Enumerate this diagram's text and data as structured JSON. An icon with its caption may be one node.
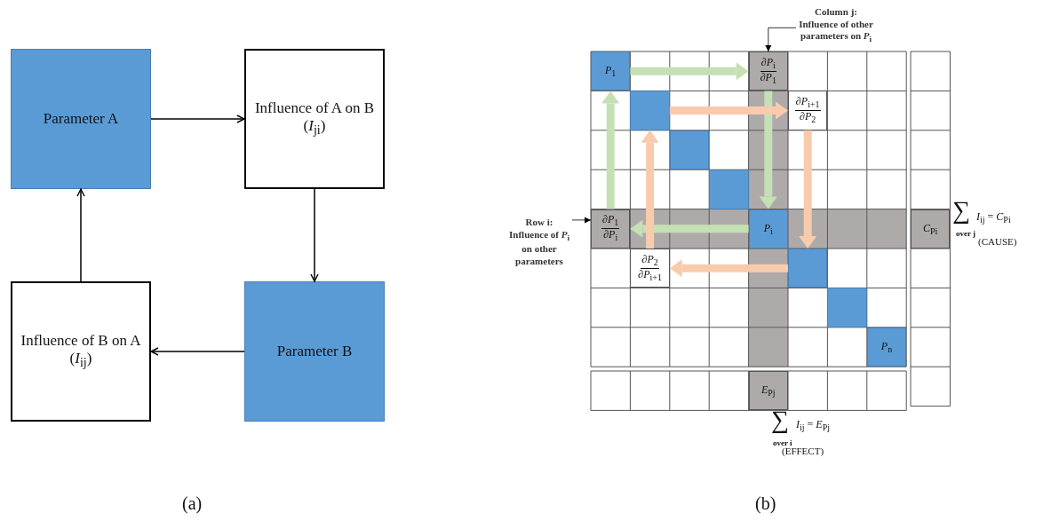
{
  "diagram": {
    "nodes": [
      {
        "text": [
          "Parameter A"
        ]
      },
      {
        "text": [
          "Influence of A on B (*I*$_{ji}$)"
        ]
      },
      {
        "text": [
          "Influence of B on A (*I*$_{ij}$)"
        ]
      },
      {
        "text": [
          "Parameter B"
        ]
      },
      {
        "text": [
          "Column j: Influence of other parameters on *P*$_{i}$"
        ]
      },
      {
        "text": [
          "Row i: Influence of *P*$_{i}$ on other parameters"
        ]
      },
      {
        "text": [
          "*P*$_{1}$"
        ]
      },
      {
        "text": [
          "∂*P*$_{i}$",
          "∂*P*$_{1}$"
        ]
      },
      {
        "text": [],
        "shape": "box"
      },
      {
        "text": [
          "∂*P*$_{i+1}$",
          "∂*P*$_{2}$"
        ]
      },
      {
        "text": [],
        "shape": "box"
      },
      {
        "text": [],
        "shape": "box"
      },
      {
        "text": [
          "∂*P*$_{1}$",
          "∂*P*$_{i}$"
        ]
      },
      {
        "text": [
          "*P*$_{i}$"
        ]
      },
      {
        "text": [
          "*C*$_{Pi}$"
        ]
      },
      {
        "text": [
          "∂*P*$_{2}$",
          "∂*P*$_{i+1}$"
        ]
      },
      {
        "text": [],
        "shape": "box"
      },
      {
        "text": [],
        "shape": "box"
      },
      {
        "text": [
          "*P*$_{n}$"
        ]
      },
      {
        "text": [
          "*E*$_{Pj}$"
        ]
      }
    ],
    "edges": [
      {
        "from": 0,
        "to": 1,
        "arrow": "to"
      },
      {
        "from": 1,
        "to": 3,
        "arrow": "to"
      },
      {
        "from": 3,
        "to": 2,
        "arrow": "to"
      },
      {
        "from": 2,
        "to": 0,
        "arrow": "to"
      },
      {
        "from": 4,
        "to": 7,
        "arrow": "to"
      },
      {
        "from": 5,
        "to": 12,
        "arrow": "to"
      },
      {
        "from": 6,
        "to": 7,
        "arrow": "to",
        "color": "#c5e0b4"
      },
      {
        "from": 7,
        "to": 13,
        "arrow": "to",
        "color": "#c5e0b4"
      },
      {
        "from": 13,
        "to": 12,
        "arrow": "to",
        "color": "#c5e0b4"
      },
      {
        "from": 12,
        "to": 6,
        "arrow": "to",
        "color": "#c5e0b4"
      },
      {
        "from": 8,
        "to": 9,
        "arrow": "to",
        "color": "#f8cbad"
      },
      {
        "from": 9,
        "to": 16,
        "arrow": "to",
        "color": "#f8cbad"
      },
      {
        "from": 16,
        "to": 15,
        "arrow": "to",
        "color": "#f8cbad"
      },
      {
        "from": 15,
        "to": 8,
        "arrow": "to",
        "color": "#f8cbad"
      }
    ],
    "labels": [
      "∑",
      "over j",
      "*I*$_{ij}$ = *C*$_{Pi}$",
      "(CAUSE)",
      "∑",
      "over i",
      "*I*$_{ij}$ = *E*$_{Pj}$",
      "(EFFECT)",
      "(a)",
      "(b)"
    ]
  }
}
